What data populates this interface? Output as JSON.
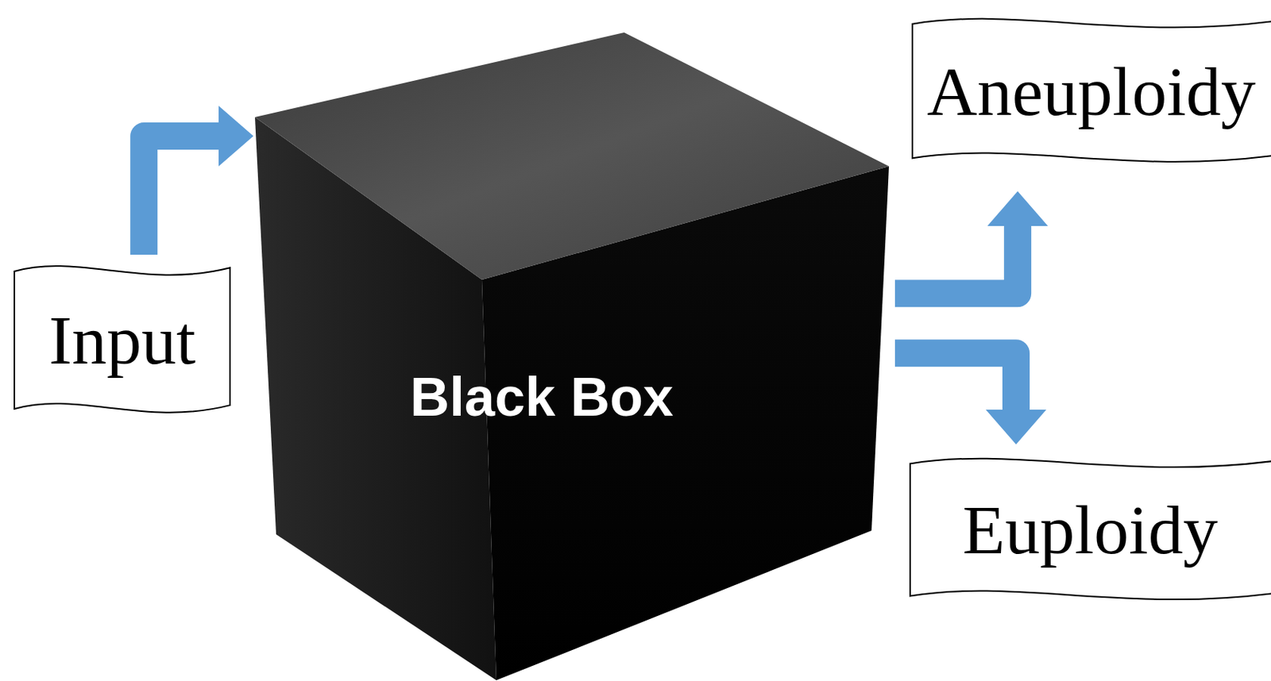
{
  "diagram": {
    "nodes": [
      {
        "text": [
          "Input"
        ]
      },
      {
        "text": [
          "Black Box"
        ]
      },
      {
        "text": [
          "Aneuploidy"
        ]
      },
      {
        "text": [
          "Euploidy"
        ]
      }
    ],
    "edges": [
      {
        "from": 0,
        "to": 1,
        "arrow": "to"
      },
      {
        "from": 1,
        "to": 2,
        "arrow": "to"
      },
      {
        "from": 1,
        "to": 3,
        "arrow": "to"
      }
    ]
  }
}
